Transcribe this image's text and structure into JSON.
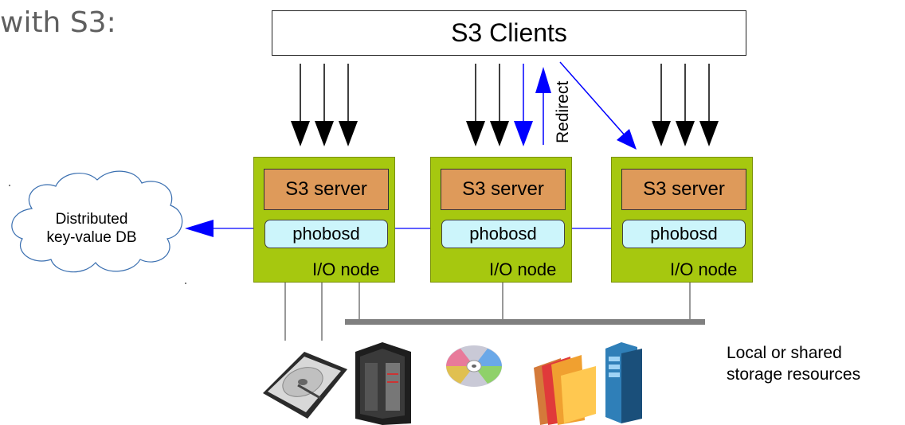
{
  "heading": "with S3:",
  "clients": {
    "label": "S3 Clients"
  },
  "redirect_label": "Redirect",
  "nodes": [
    {
      "server_label": "S3 server",
      "daemon_label": "phobosd",
      "node_label": "I/O node"
    },
    {
      "server_label": "S3 server",
      "daemon_label": "phobosd",
      "node_label": "I/O node"
    },
    {
      "server_label": "S3 server",
      "daemon_label": "phobosd",
      "node_label": "I/O node"
    }
  ],
  "kv_db": {
    "line1": "Distributed",
    "line2": "key-value DB"
  },
  "storage": {
    "line1": "Local or shared",
    "line2": "storage resources"
  },
  "storage_icons": [
    "hard-disk-icon",
    "server-rack-icon",
    "optical-disc-icon",
    "folders-icon",
    "server-tower-icon"
  ],
  "colors": {
    "node": "#a6c80f",
    "server": "#de9a5a",
    "daemon": "#ccf5fb",
    "redirect_arrow": "#0000ff",
    "bus": "#808080"
  }
}
